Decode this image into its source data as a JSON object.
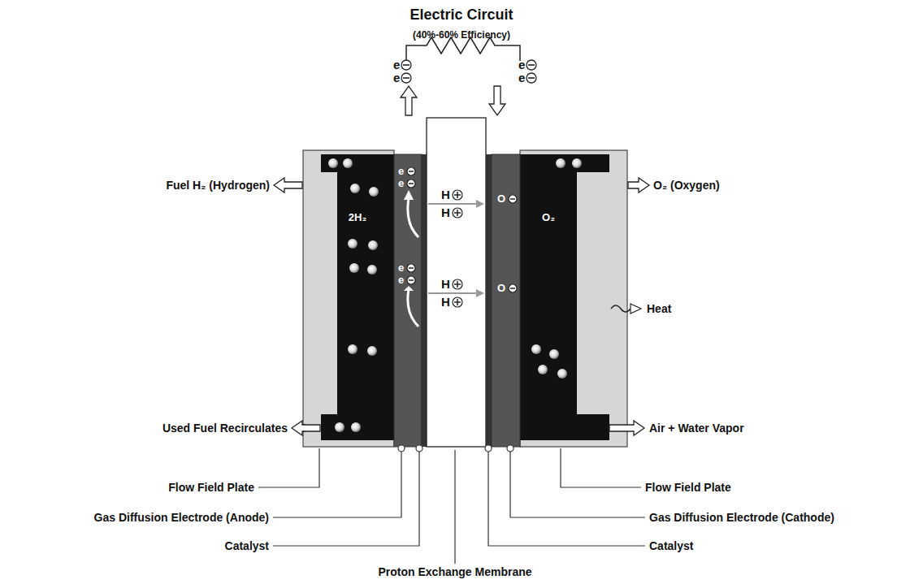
{
  "diagram": {
    "title": "Electric Circuit",
    "labels": [
      "(40%-60% Efficiency)",
      "e",
      "e",
      "e",
      "e",
      "Fuel H₂ (Hydrogen)",
      "O₂ (Oxygen)",
      "2H₂",
      "O₂",
      "e",
      "e",
      "e",
      "e",
      "H",
      "H",
      "H",
      "H",
      "O",
      "O",
      "Heat",
      "Used Fuel Recirculates",
      "Air + Water Vapor",
      "Flow Field Plate",
      "Gas Diffusion Electrode (Anode)",
      "Catalyst",
      "Proton Exchange Membrane",
      "Flow Field Plate",
      "Gas Diffusion Electrode (Cathode)",
      "Catalyst"
    ]
  }
}
